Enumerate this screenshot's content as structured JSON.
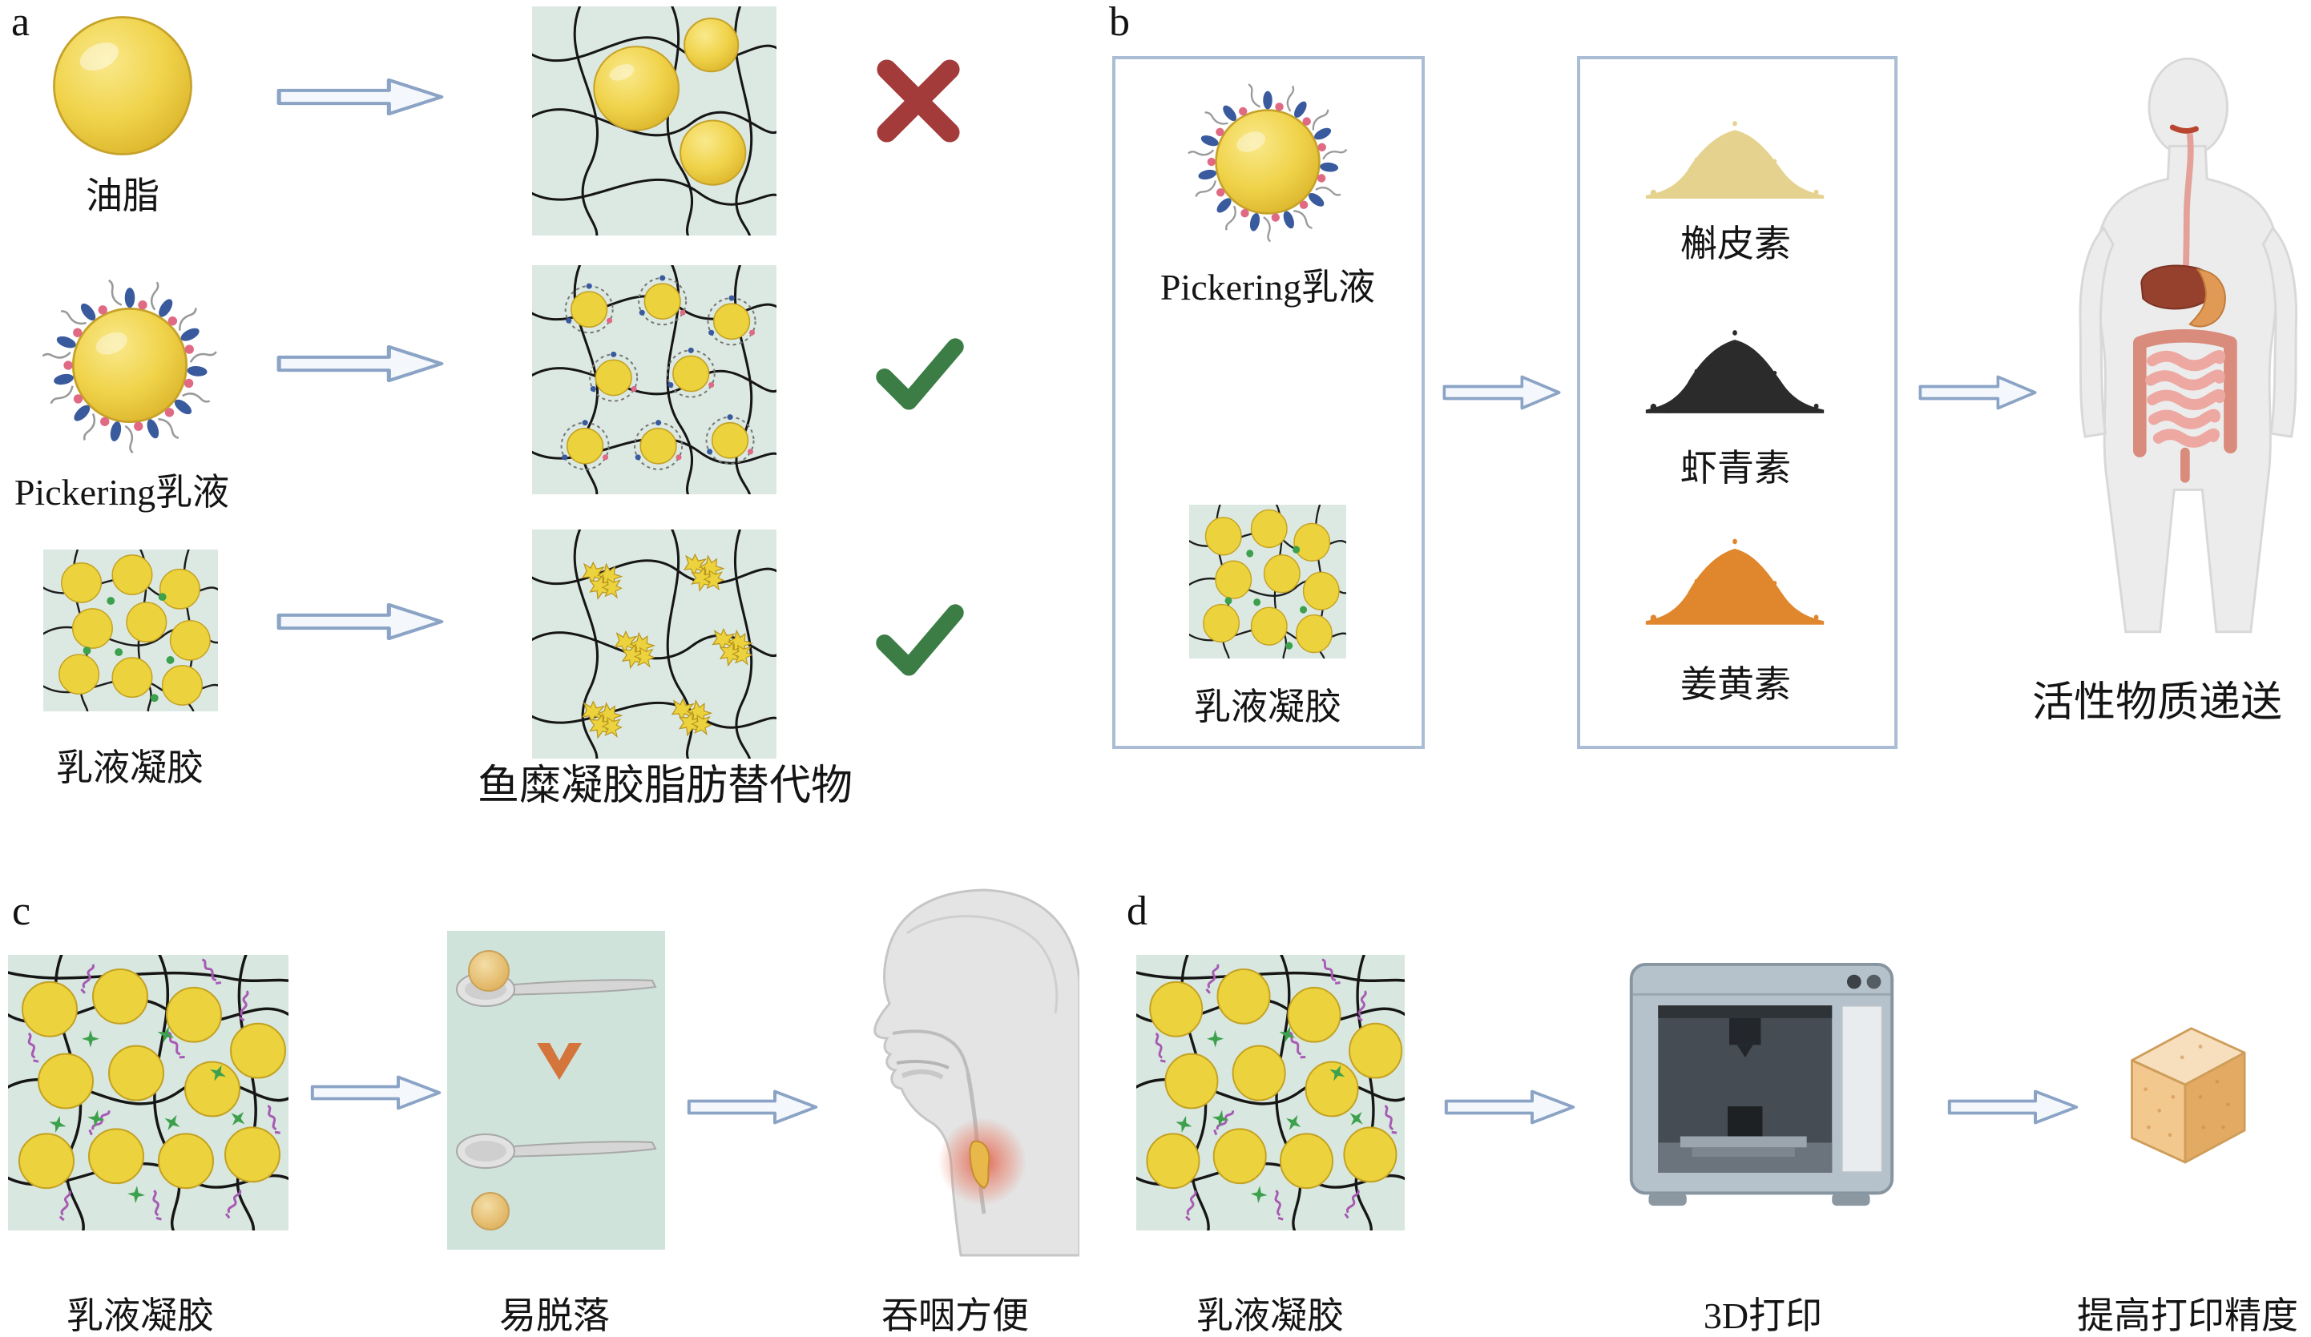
{
  "panel_a": {
    "label": "a",
    "row1_label": "油脂",
    "row2_label": "Pickering乳液",
    "row3_label": "乳液凝胶",
    "caption": "鱼糜凝胶脂肪替代物"
  },
  "panel_b": {
    "label": "b",
    "source1_label": "Pickering乳液",
    "source2_label": "乳液凝胶",
    "powder1_label": "槲皮素",
    "powder2_label": "虾青素",
    "powder3_label": "姜黄素",
    "caption": "活性物质递送"
  },
  "panel_c": {
    "label": "c",
    "item1_label": "乳液凝胶",
    "item2_label": "易脱落",
    "item3_label": "吞咽方便"
  },
  "panel_d": {
    "label": "d",
    "item1_label": "乳液凝胶",
    "item2_label": "3D打印",
    "item3_label": "提高打印精度"
  },
  "icons": {
    "fail": "cross-icon",
    "pass": "check-icon",
    "flow": "arrow-right-icon"
  },
  "colors": {
    "oil_yellow": "#f0d34a",
    "network_line": "#1a1a1a",
    "gel_box_background": "#dce9e2",
    "arrow_outline": "#8ba4c6",
    "cross_red": "#a33b3b",
    "check_green": "#3c7d46",
    "quercetin_powder": "#e6d28f",
    "astaxanthin_powder": "#2b2b2b",
    "curcumin_powder": "#e0862c",
    "panel_b_box_border": "#aabdd4",
    "purple_polymer": "#a75ab4",
    "green_crosslink": "#3da04c"
  }
}
